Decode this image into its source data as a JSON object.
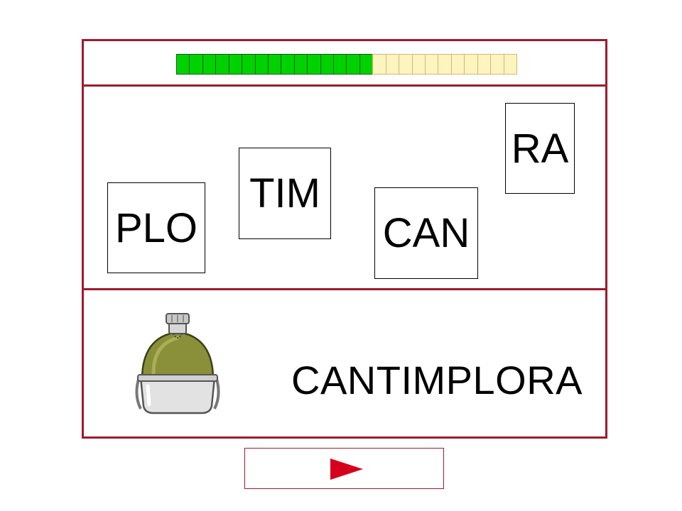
{
  "progress": {
    "total_segments": 26,
    "filled_segments": 15,
    "filled_color": "#00d200",
    "empty_color": "#fdf4c0"
  },
  "syllable_cards": [
    {
      "id": "plo",
      "label": "PLO"
    },
    {
      "id": "tim",
      "label": "TIM"
    },
    {
      "id": "can",
      "label": "CAN"
    },
    {
      "id": "ra",
      "label": "RA"
    }
  ],
  "target": {
    "word": "CANTIMPLORA",
    "image_icon": "canteen-icon"
  },
  "controls": {
    "next_icon": "play-arrow-icon",
    "accent_color": "#d4001c",
    "frame_color": "#9b1b2f"
  }
}
